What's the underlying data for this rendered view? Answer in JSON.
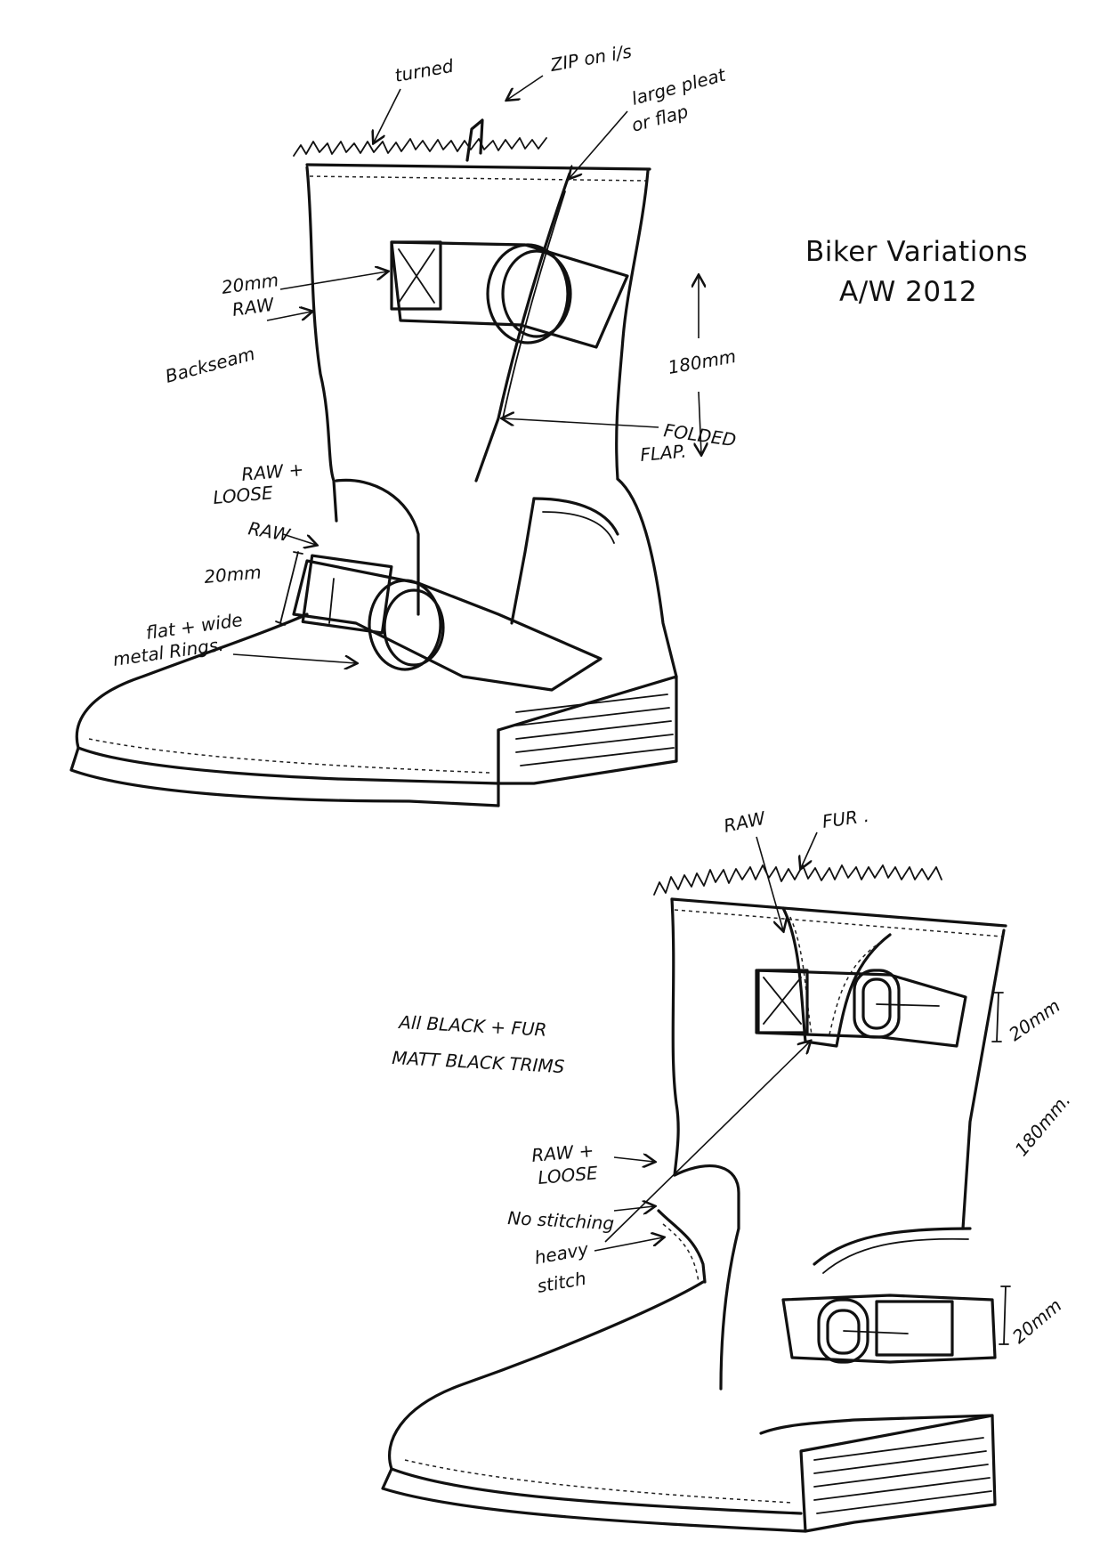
{
  "title": {
    "line1": "Biker Variations",
    "line2": "A/W 2012"
  },
  "boot_top": {
    "annotations": {
      "turned": "turned",
      "zip": "ZIP on i/s",
      "pleat_line1": "large pleat",
      "pleat_line2": "or flap",
      "raw20_line1": "20mm",
      "raw20_line2": "RAW",
      "backseam": "Backseam",
      "height": "180mm",
      "folded_line1": "FOLDED",
      "folded_line2": "FLAP.",
      "rawloose_line1": "RAW +",
      "rawloose_line2": "LOOSE",
      "raw": "RAW",
      "strap_width": "20mm",
      "rings_line1": "flat + wide",
      "rings_line2": "metal Rings."
    }
  },
  "boot_bottom": {
    "annotations": {
      "raw": "RAW",
      "fur": "FUR .",
      "note_line1": "All BLACK + FUR",
      "note_line2": "MATT BLACK TRIMS",
      "strap_top": "20mm",
      "height": "180mm.",
      "strap_bottom": "20mm",
      "rawloose_line1": "RAW +",
      "rawloose_line2": "LOOSE",
      "nostitching": "No stitching",
      "heavy_line1": "heavy",
      "heavy_line2": "stitch"
    }
  }
}
